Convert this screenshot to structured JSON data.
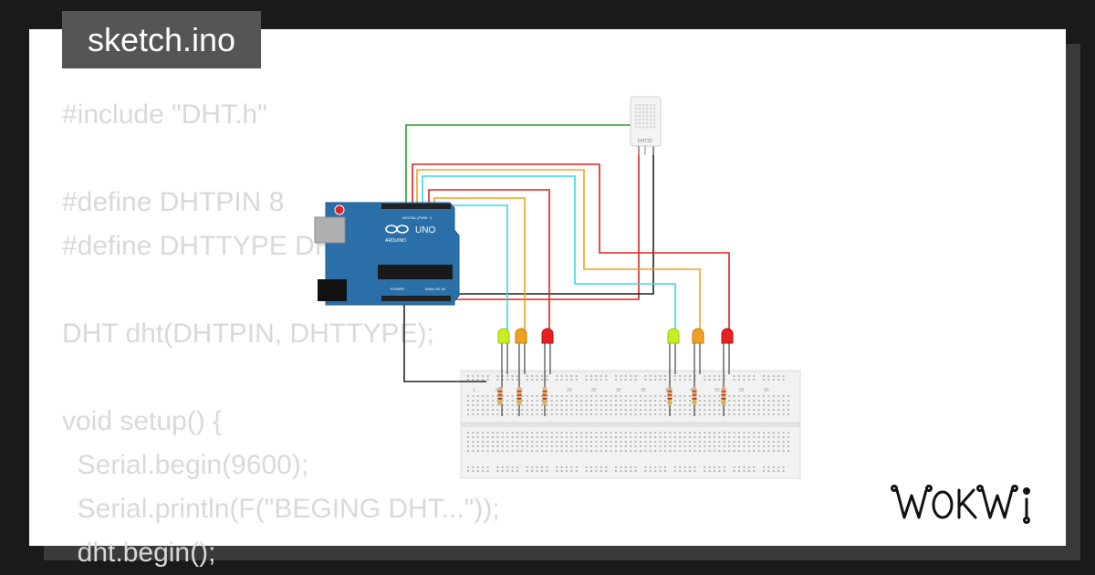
{
  "header": {
    "filename": "sketch.ino"
  },
  "code_lines": [
    "#include \"DHT.h\"",
    "",
    "#define DHTPIN 8",
    "#define DHTTYPE DHT22",
    "",
    "DHT dht(DHTPIN, DHTTYPE);",
    "",
    "void setup() {",
    "  Serial.begin(9600);",
    "  Serial.println(F(\"BEGING DHT...\"));",
    "  dht.begin();"
  ],
  "sensor": {
    "label": "DHT22"
  },
  "arduino": {
    "model": "UNO",
    "brand": "ARDUINO",
    "digital_label": "DIGITAL (PWM ~)",
    "power_label": "POWER",
    "analog_label": "ANALOG IN"
  },
  "breadboard": {
    "column_numbers": [
      "1",
      "5",
      "10",
      "15",
      "20",
      "25",
      "30",
      "35",
      "40",
      "45",
      "50",
      "55",
      "60"
    ]
  },
  "brand": {
    "logo_text": "WOKWi"
  },
  "colors": {
    "wire_green": "#2e9e2e",
    "wire_red": "#e02020",
    "wire_orange": "#f4a020",
    "wire_cyan": "#3ad6e8",
    "wire_black": "#222222",
    "led_green": "#c8f020",
    "led_orange": "#f0a020",
    "led_red": "#e82020",
    "board": "#2a6fa8"
  }
}
